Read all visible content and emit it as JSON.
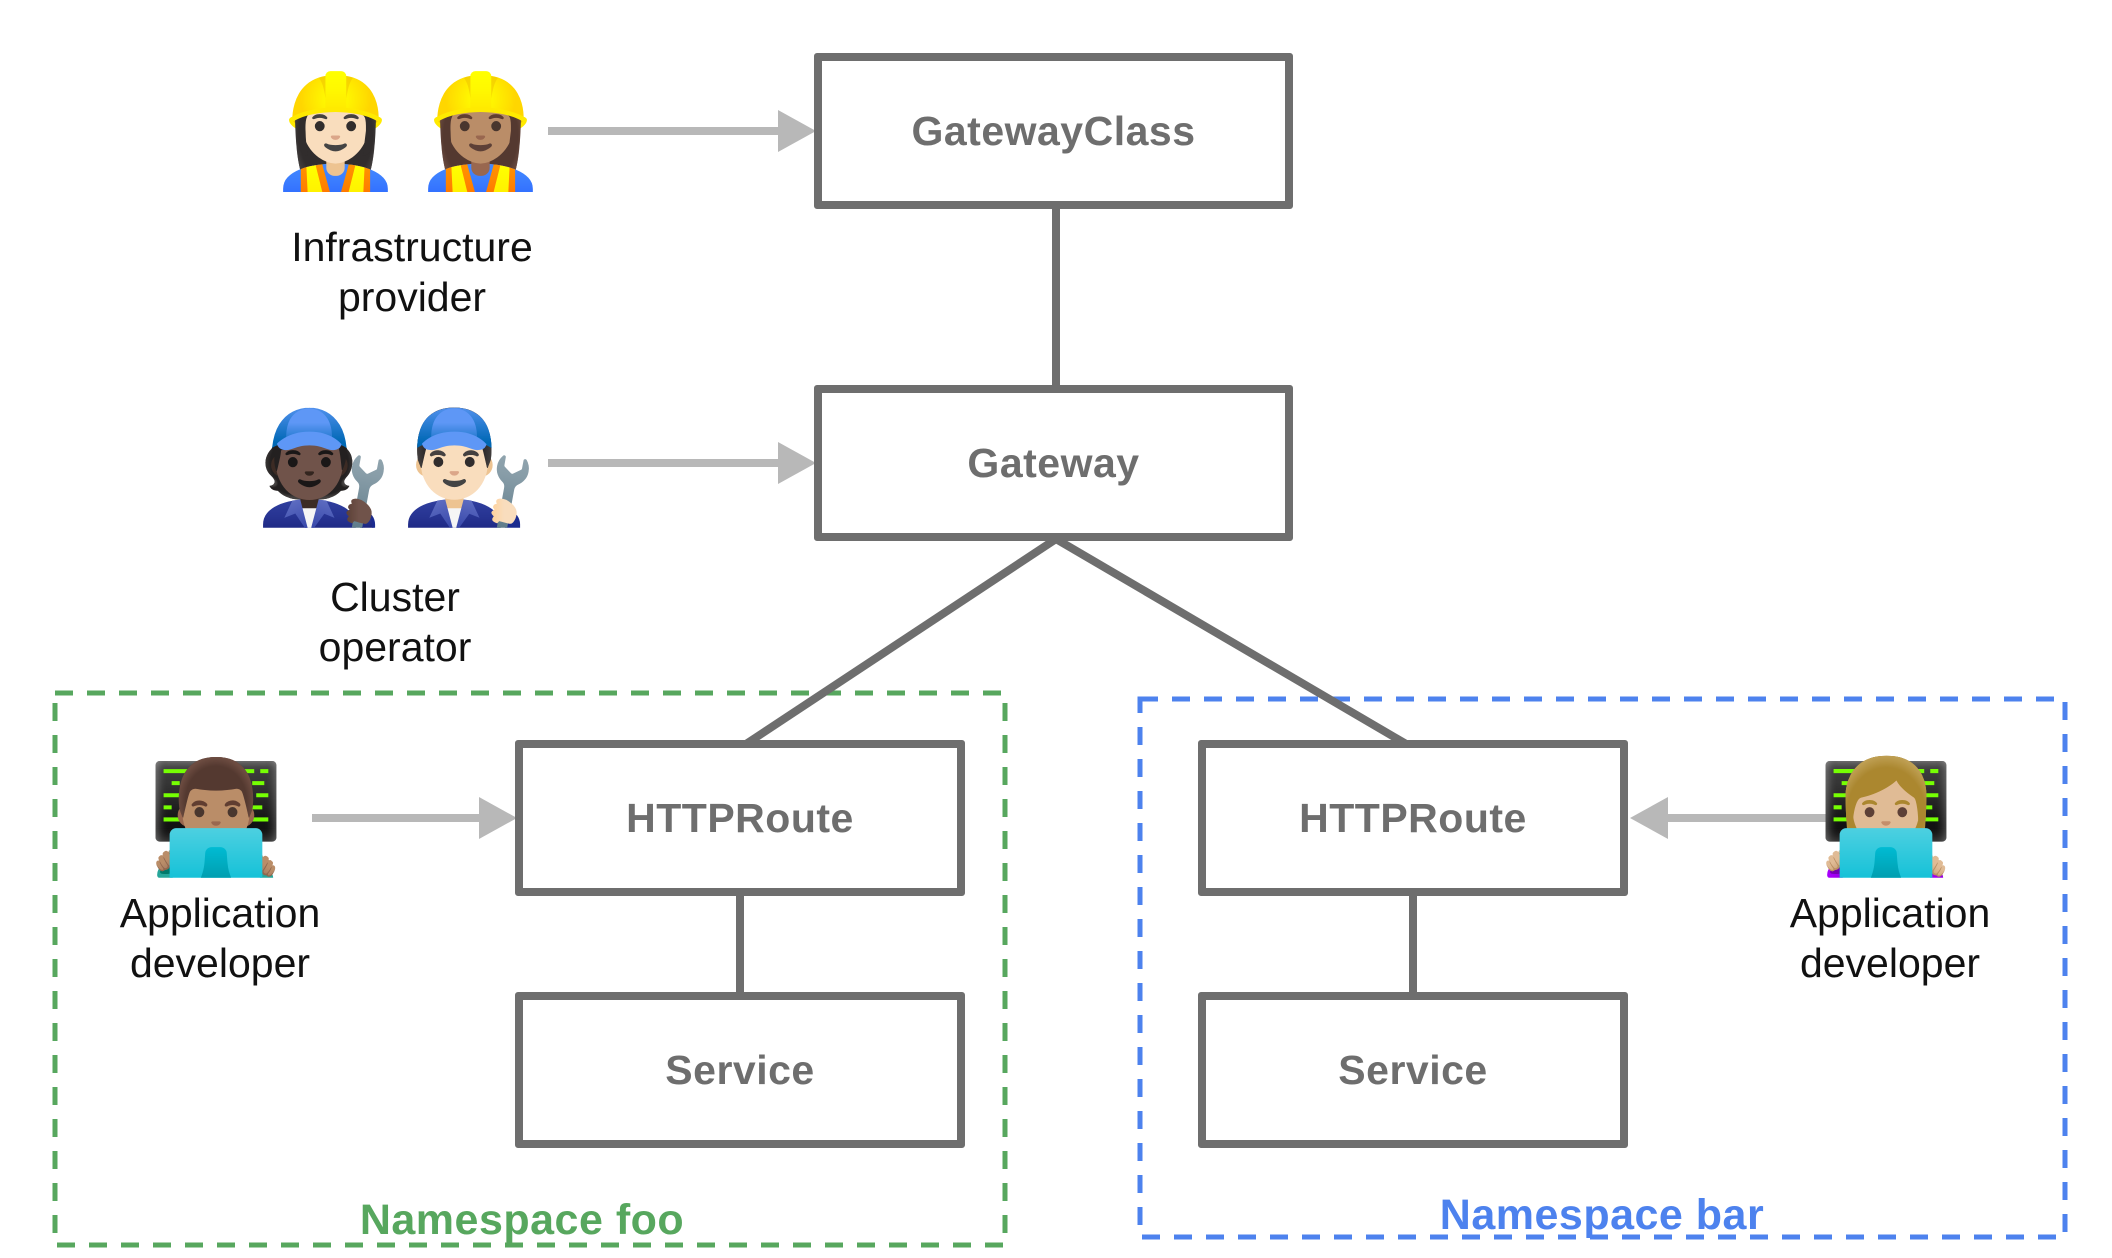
{
  "colors": {
    "node_border": "#6e6e6e",
    "node_text": "#6e6e6e",
    "arrow": "#b8b8b8",
    "persona_text": "#111111",
    "namespace_foo": "#57a75e",
    "namespace_bar": "#4d82ee",
    "background": "#ffffff"
  },
  "nodes": {
    "gatewayclass": "GatewayClass",
    "gateway": "Gateway",
    "httproute_foo": "HTTPRoute",
    "httproute_bar": "HTTPRoute",
    "service_foo": "Service",
    "service_bar": "Service"
  },
  "personas": {
    "infrastructure_provider": {
      "emoji": "👷🏻‍♀️👷🏽‍♀️",
      "label": "Infrastructure\nprovider"
    },
    "cluster_operator": {
      "emoji": "🧑🏿‍🔧👨🏻‍🔧",
      "label": "Cluster\noperator"
    },
    "app_developer_foo": {
      "emoji": "👨🏽‍💻",
      "label": "Application\ndeveloper"
    },
    "app_developer_bar": {
      "emoji": "👩🏼‍💻",
      "label": "Application\ndeveloper"
    }
  },
  "namespaces": {
    "foo": "Namespace foo",
    "bar": "Namespace bar"
  }
}
